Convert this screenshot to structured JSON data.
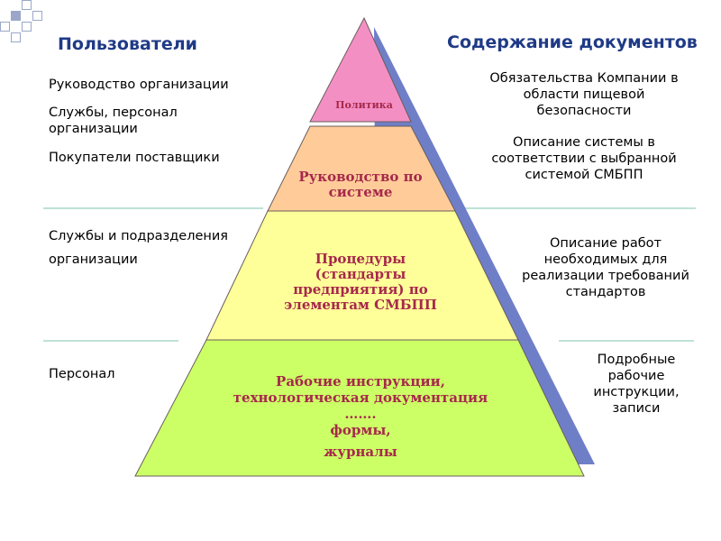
{
  "left_header": "Пользователи",
  "right_header": "Содержание документов",
  "users": {
    "u1": "Руководство организации",
    "u2_line1": "Службы, персонал",
    "u2_line2": "организации",
    "u3": "Покупатели поставщики",
    "u4_line1": "Службы и подразделения",
    "u4_line2": "организации",
    "u5": "Персонал"
  },
  "contents": {
    "c1_line1": "Обязательства Компании в",
    "c1_line2": "области пищевой",
    "c1_line3": "безопасности",
    "c2_line1": "Описание системы в",
    "c2_line2": "соответствии с выбранной",
    "c2_line3": "системой СМБПП",
    "c3_line1": "Описание работ",
    "c3_line2": "необходимых для",
    "c3_line3": "реализации требований",
    "c3_line4": "стандартов",
    "c4_line1": "Подробные",
    "c4_line2": "рабочие",
    "c4_line3": "инструкции,",
    "c4_line4": "записи"
  },
  "pyramid": {
    "level1": "Политика",
    "level2_line1": "Руководство по",
    "level2_line2": "системе",
    "level3_line1": "Процедуры",
    "level3_line2": "(стандарты",
    "level3_line3": "предприятия) по",
    "level3_line4": "элементам СМБПП",
    "level4_line1": "Рабочие  инструкции,",
    "level4_line2": "технологическая документация",
    "level4_line3": "…….",
    "level4_line4": "формы,",
    "level4_line5": "журналы"
  },
  "colors": {
    "level1": "#f48fc4",
    "level2": "#ffcc99",
    "level3": "#ffff99",
    "level4": "#ccff66",
    "shadow": "#6f7fc7",
    "heading": "#1f3a86",
    "pyramid_text": "#a6294b",
    "divider": "#a9d8c8"
  }
}
